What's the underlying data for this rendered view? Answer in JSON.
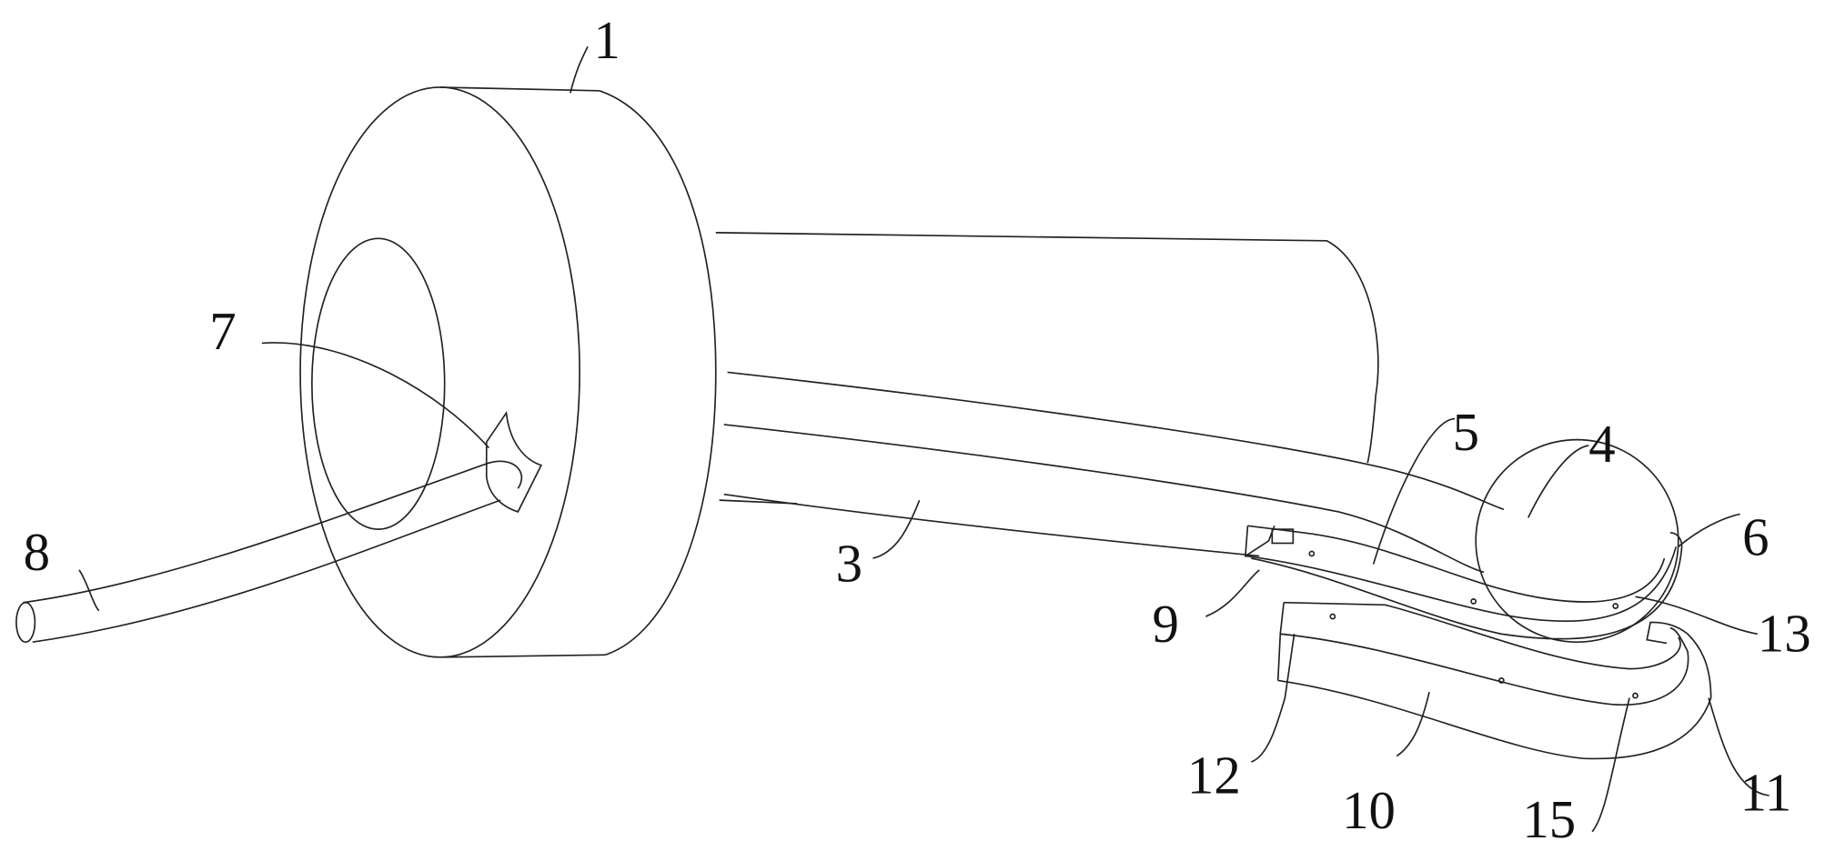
{
  "figure": {
    "labels": {
      "ring": "1",
      "arm": "3",
      "ball": "4",
      "upper_strip": "5",
      "ball_edge": "6",
      "port": "7",
      "tube": "8",
      "connector": "9",
      "lower_strip": "10",
      "lower_hook": "11",
      "lower_connector": "12",
      "upper_hook": "13",
      "holes": "15"
    }
  }
}
